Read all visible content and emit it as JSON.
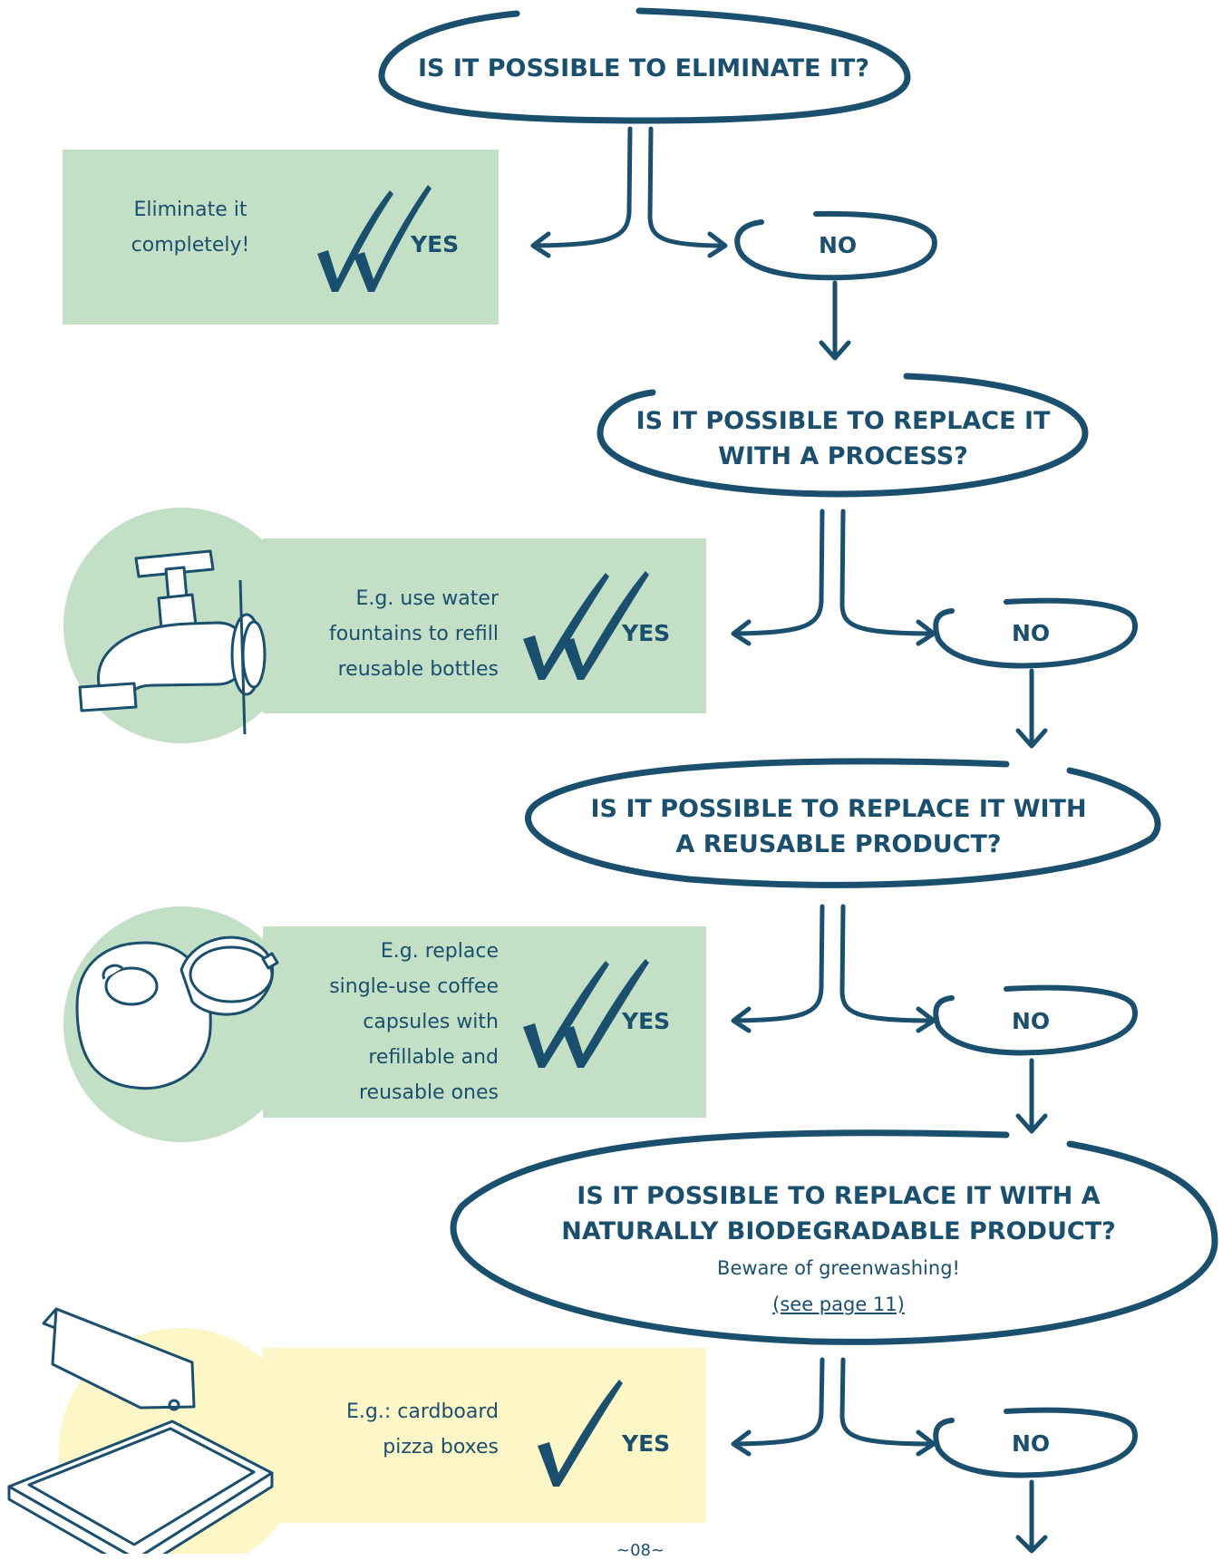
{
  "questions": [
    "IS IT POSSIBLE TO ELIMINATE IT?",
    "IS IT POSSIBLE TO REPLACE IT\nWITH A PROCESS?",
    "IS IT POSSIBLE TO REPLACE IT WITH\nA REUSABLE PRODUCT?",
    "IS IT POSSIBLE TO REPLACE IT WITH A\nNATURALLY BIODEGRADABLE PRODUCT?"
  ],
  "answers": {
    "yes": "YES",
    "no": "NO"
  },
  "examples": [
    "Eliminate it\ncompletely!",
    "E.g. use water\nfountains to refill\nreusable bottles",
    "E.g. replace\nsingle-use coffee\ncapsules with\nrefillable and\nreusable ones",
    "E.g.: cardboard\npizza boxes"
  ],
  "note": "Beware of greenwashing!",
  "link": "(see page 11)",
  "page_number": "~08~",
  "icons": [
    "water-tap-icon",
    "coffee-capsule-icon",
    "pizza-box-icon",
    "checkmark-icon"
  ],
  "colors": {
    "ink": "#1b4f6e",
    "green_box": "#c3dfc5",
    "yellow_box": "#fdf7c8"
  }
}
